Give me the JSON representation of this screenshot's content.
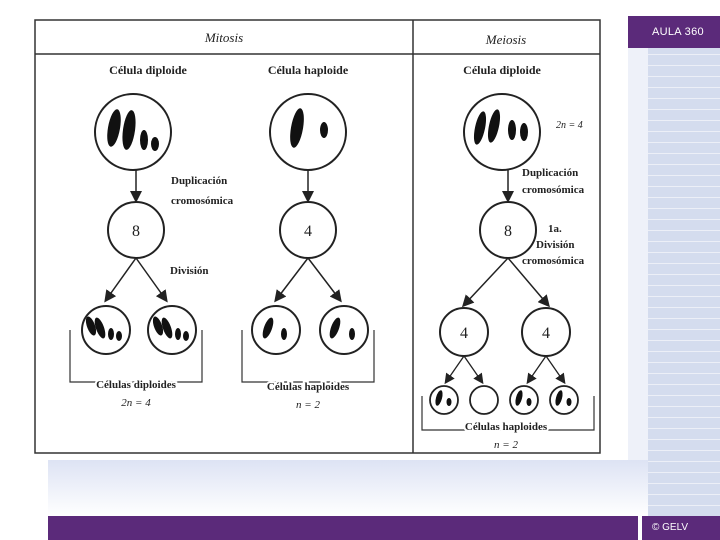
{
  "header": {
    "brand": "AULA 360"
  },
  "footer": {
    "copyright": "© GELV"
  },
  "diagram": {
    "mitosis_title": "Mitosis",
    "meiosis_title": "Meiosis",
    "diploid_cell_label": "Célula diploide",
    "haploid_cell_label": "Célula haploide",
    "meiosis_diploid_label": "Célula diploide",
    "chromosome_count_2n": "2n = 4",
    "duplication_label_1": "Duplicación",
    "duplication_label_2": "cromosómica",
    "meiosis_duplication_1": "Duplicación",
    "meiosis_duplication_2": "cromosómica",
    "mitosis_diploid_count": "8",
    "mitosis_haploid_count": "4",
    "meiosis_count": "8",
    "division_label": "División",
    "first_division_1": "1a.",
    "first_division_2": "División",
    "first_division_3": "cromosómica",
    "meiosis_daughter_count_left": "4",
    "meiosis_daughter_count_right": "4",
    "diploid_result_label": "Células diploides",
    "diploid_result_n": "2n = 4",
    "haploid_result_label": "Células haploides",
    "haploid_result_n": "n = 2",
    "meiosis_result_label": "Células haploides",
    "meiosis_result_n": "n = 2"
  }
}
